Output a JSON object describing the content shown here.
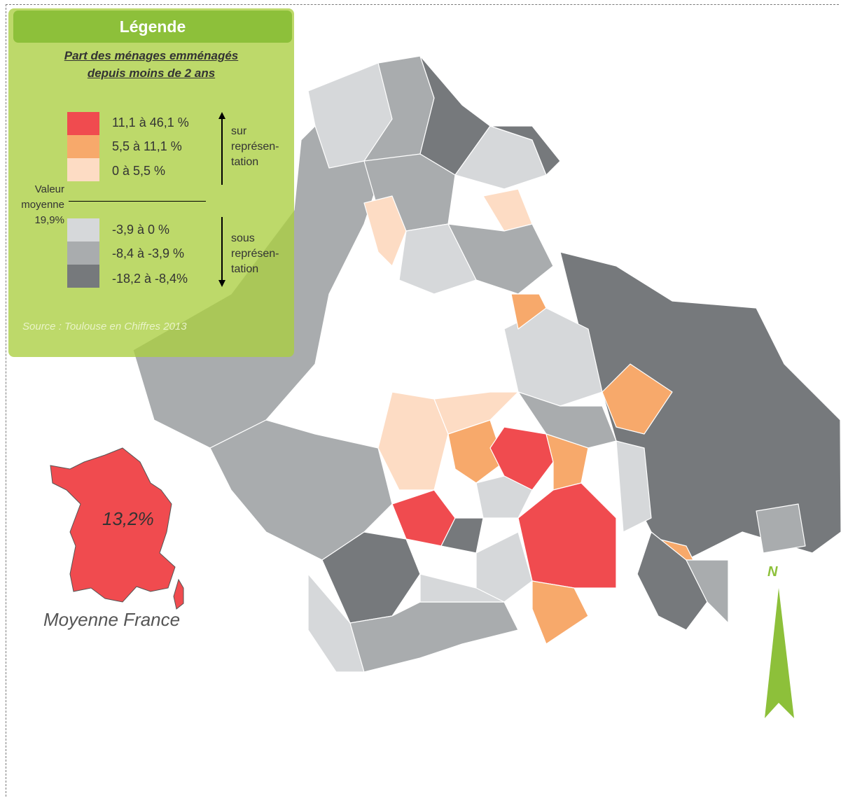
{
  "legend": {
    "header": "Légende",
    "title_line1": "Part des ménages emménagés",
    "title_line2": "depuis moins de 2 ans",
    "classes": [
      {
        "label": "11,1 à 46,1 %",
        "color": "#f04b4f"
      },
      {
        "label": "5,5 à 11,1 %",
        "color": "#f7a96b"
      },
      {
        "label": "0 à 5,5 %",
        "color": "#fddcc4"
      },
      {
        "label": "-3,9 à 0 %",
        "color": "#d6d8da"
      },
      {
        "label": "-8,4 à -3,9 %",
        "color": "#a9acae"
      },
      {
        "label": "-18,2 à -8,4%",
        "color": "#76797c"
      }
    ],
    "over_label": [
      "sur",
      "représen-",
      "tation"
    ],
    "under_label": [
      "sous",
      "représen-",
      "tation"
    ],
    "average_label": [
      "Valeur",
      "moyenne",
      "19,9%"
    ],
    "source": "Source : Toulouse en Chiffres 2013"
  },
  "france": {
    "value": "13,2%",
    "caption": "Moyenne France",
    "color": "#f04b4f"
  },
  "north_arrow": {
    "label": "N",
    "color": "#8dc03a"
  }
}
